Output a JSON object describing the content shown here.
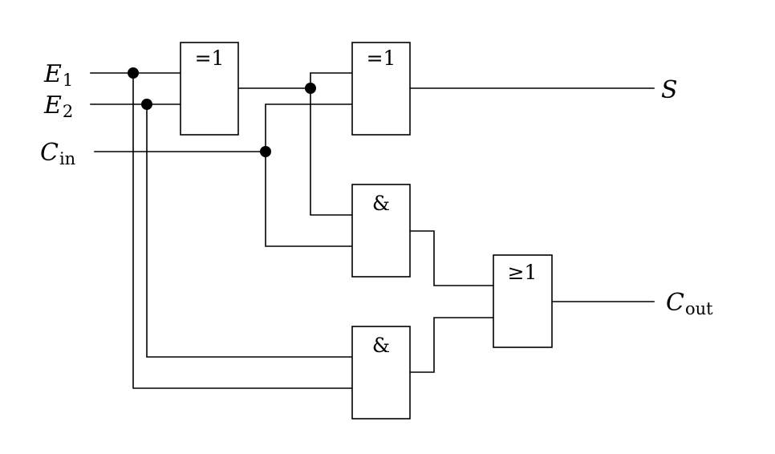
{
  "signals": {
    "e1": {
      "main": "E",
      "sub": "1"
    },
    "e2": {
      "main": "E",
      "sub": "2"
    },
    "cin": {
      "main": "C",
      "sub": "in"
    },
    "s": {
      "main": "S",
      "sub": ""
    },
    "cout": {
      "main": "C",
      "sub": "out"
    }
  },
  "gates": {
    "xor1": "=1",
    "xor2": "=1",
    "and1": "&",
    "and2": "&",
    "or1": "≥1"
  }
}
